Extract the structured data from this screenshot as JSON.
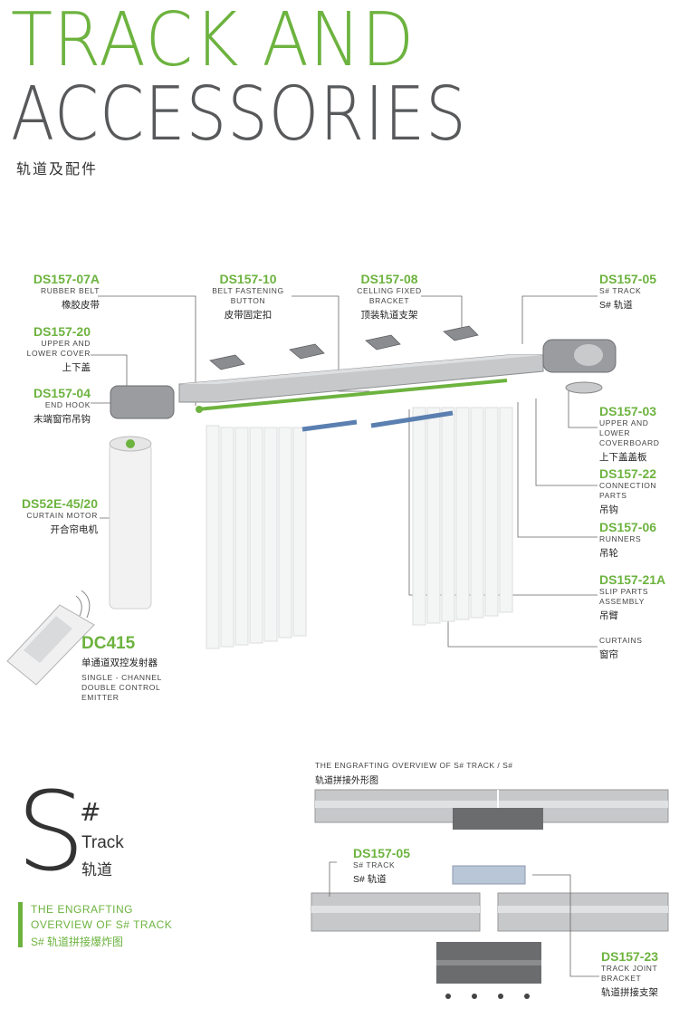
{
  "header": {
    "title_line1": "TRACK AND",
    "title_line2": "ACCESSORIES",
    "title_cn": "轨道及配件"
  },
  "labels": {
    "rubber_belt": {
      "code": "DS157-07A",
      "en": "RUBBER BELT",
      "cn": "橡胶皮带"
    },
    "upper_lower_cover": {
      "code": "DS157-20",
      "en1": "UPPER AND",
      "en2": "LOWER COVER",
      "cn": "上下盖"
    },
    "end_hook": {
      "code": "DS157-04",
      "en": "END HOOK",
      "cn": "末端窗帘吊钩"
    },
    "curtain_motor": {
      "code": "DS52E-45/20",
      "en": "CURTAIN MOTOR",
      "cn": "开合帘电机"
    },
    "belt_button": {
      "code": "DS157-10",
      "en1": "BELT FASTENING",
      "en2": "BUTTON",
      "cn": "皮带固定扣"
    },
    "ceiling_bracket": {
      "code": "DS157-08",
      "en1": "CELLING FIXED",
      "en2": "BRACKET",
      "cn": "顶装轨道支架"
    },
    "s_track": {
      "code": "DS157-05",
      "en": "S# TRACK",
      "cn": "S# 轨道"
    },
    "coverboard": {
      "code": "DS157-03",
      "en1": "UPPER AND LOWER",
      "en2": "COVERBOARD",
      "cn": "上下盖盖板"
    },
    "connection_parts": {
      "code": "DS157-22",
      "en": "CONNECTION PARTS",
      "cn": "吊钩"
    },
    "runners": {
      "code": "DS157-06",
      "en": "RUNNERS",
      "cn": "吊轮"
    },
    "slip_parts": {
      "code": "DS157-21A",
      "en1": "SLIP PARTS",
      "en2": "ASSEMBLY",
      "cn": "吊臂"
    },
    "curtains": {
      "en": "CURTAINS",
      "cn": "窗帘"
    }
  },
  "remote": {
    "code": "DC415",
    "cn": "单通道双控发射器",
    "en1": "SINGLE - CHANNEL",
    "en2": "DOUBLE CONTROL",
    "en3": "EMITTER"
  },
  "track_section": {
    "letter": "S",
    "sharp": "#",
    "name_en": "Track",
    "name_cn": "轨道",
    "engraft_1": "THE ENGRAFTING",
    "engraft_2": "OVERVIEW OF S# TRACK",
    "engraft_3": "S#  轨道拼接爆炸图",
    "overview_en": "THE ENGRAFTING OVERVIEW OF S# TRACK / S#",
    "overview_cn": "轨道拼接外形图",
    "track_label": {
      "code": "DS157-05",
      "en": "S# TRACK",
      "cn": "S# 轨道"
    },
    "joint_bracket": {
      "code": "DS157-23",
      "en1": "TRACK JOINT",
      "en2": "BRACKET",
      "cn": "轨道拼接支架"
    }
  },
  "colors": {
    "accent": "#6db33f",
    "dark_text": "#58595b",
    "track_grey": "#b9bbbd"
  }
}
